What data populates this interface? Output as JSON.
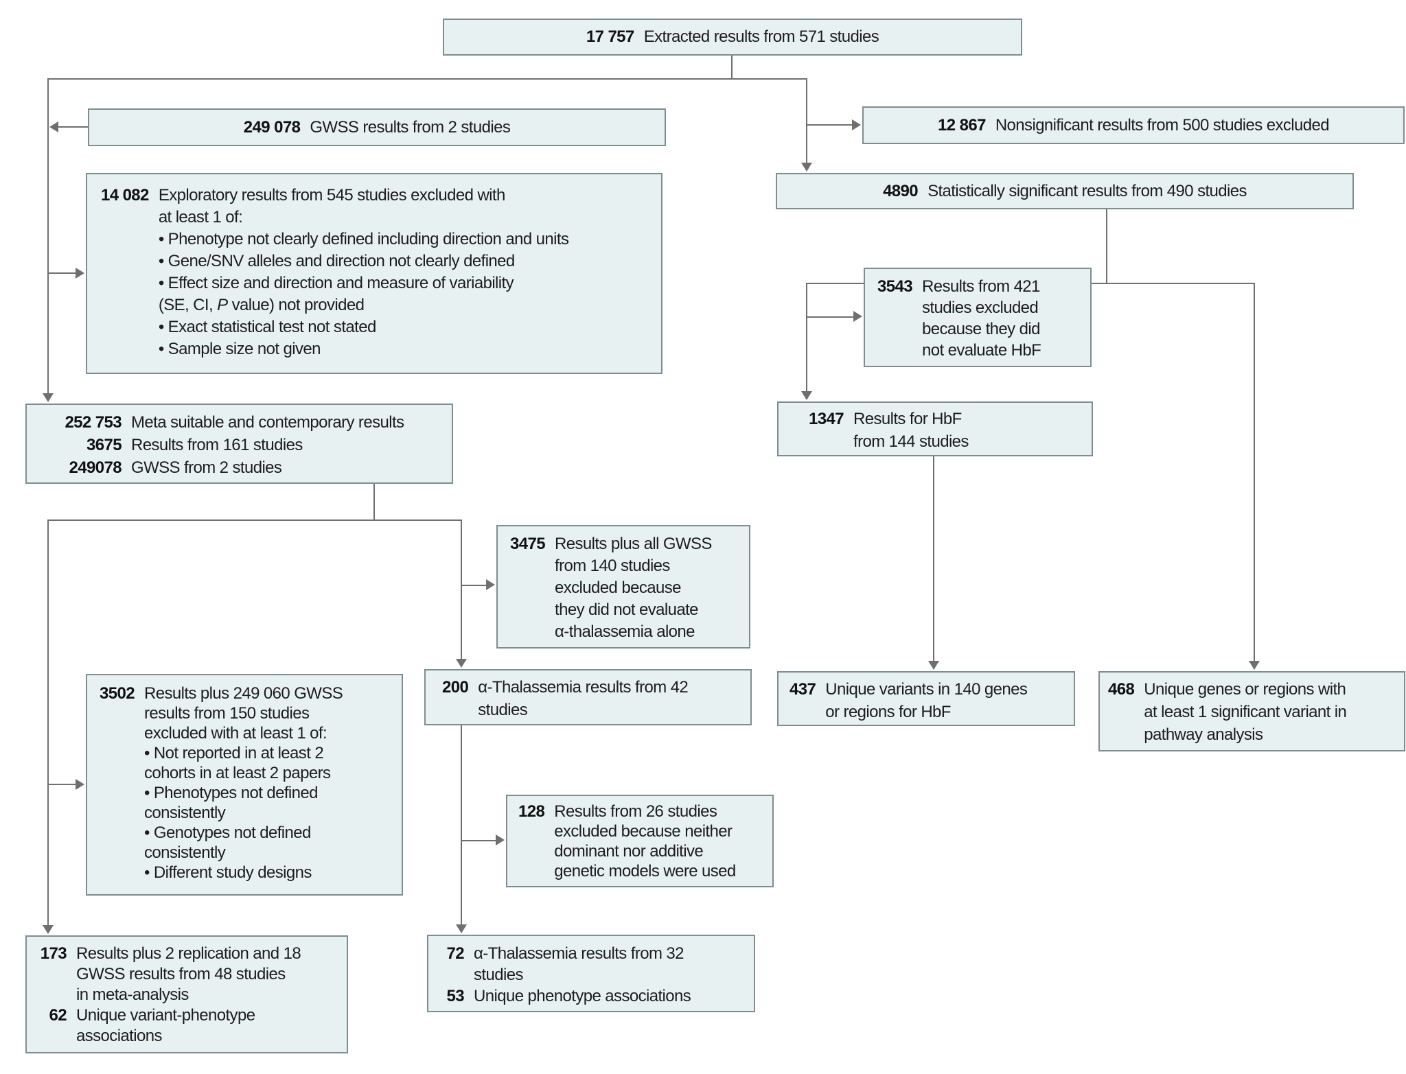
{
  "colors": {
    "box_fill": "#e8f1f2",
    "box_border": "#7e8d8f",
    "connector": "#6f6f6f",
    "text": "#1d1d1d"
  },
  "boxes": {
    "extracted": {
      "num": "17 757",
      "label": "Extracted results from 571 studies"
    },
    "gwss": {
      "num": "249 078",
      "label": "GWSS results from 2 studies"
    },
    "nonsignificant": {
      "num": "12 867",
      "label": "Nonsignificant results from 500 studies excluded"
    },
    "significant": {
      "num": "4890",
      "label": "Statistically significant results from 490 studies"
    },
    "exploratory": {
      "num": "14 082",
      "lines": [
        "Exploratory results from 545 studies excluded with",
        "at least 1 of:",
        "• Phenotype not clearly defined including direction and units",
        "• Gene/SNV alleles and direction not clearly defined",
        "• Effect size and direction and measure of variability"
      ],
      "se": {
        "pre": "(SE, CI, ",
        "p": "P",
        "post": " value) not provided"
      },
      "lines2": [
        "• Exact statistical test not stated",
        "• Sample size not given"
      ]
    },
    "excluded3543": {
      "num": "3543",
      "lines": [
        "Results from 421",
        "studies excluded",
        "because they did",
        "not evaluate HbF"
      ]
    },
    "meta": {
      "rows": [
        {
          "num": "252 753",
          "label": "Meta suitable and contemporary results"
        },
        {
          "num": "3675",
          "label": "Results from 161 studies"
        },
        {
          "num": "249078",
          "label": "GWSS from 2 studies"
        }
      ]
    },
    "hbf": {
      "num": "1347",
      "lines": [
        "Results for HbF",
        "from 144 studies"
      ]
    },
    "excluded3475": {
      "num": "3475",
      "lines": [
        "Results plus all GWSS",
        "from 140 studies",
        "excluded because",
        "they did not evaluate",
        "α-thalassemia alone"
      ]
    },
    "excluded3502": {
      "num": "3502",
      "lines": [
        "Results plus 249 060 GWSS",
        "results from 150 studies",
        "excluded with at least 1 of:",
        "• Not reported in at least 2",
        "cohorts in at least 2 papers",
        "• Phenotypes not defined",
        "consistently",
        "• Genotypes not defined",
        "consistently",
        "• Different study designs"
      ]
    },
    "thal200": {
      "num": "200",
      "lines": [
        "α-Thalassemia results from 42",
        "studies"
      ]
    },
    "variants437": {
      "num": "437",
      "lines": [
        "Unique variants in 140 genes",
        "or regions for HbF"
      ]
    },
    "genes468": {
      "num": "468",
      "lines": [
        "Unique genes or regions with",
        "at least 1 significant variant in",
        "pathway analysis"
      ]
    },
    "excluded128": {
      "num": "128",
      "lines": [
        "Results from 26 studies",
        "excluded because neither",
        "dominant nor additive",
        "genetic models were used"
      ]
    },
    "meta173": {
      "rows": [
        {
          "num": "173",
          "lines": [
            "Results plus 2 replication and 18",
            "GWSS results from 48 studies",
            "in meta-analysis"
          ]
        },
        {
          "num": "62",
          "lines": [
            "Unique variant-phenotype",
            "associations"
          ]
        }
      ]
    },
    "thal72": {
      "rows": [
        {
          "num": "72",
          "lines": [
            "α-Thalassemia results from 32",
            "studies"
          ]
        },
        {
          "num": "53",
          "lines": [
            "Unique phenotype associations"
          ]
        }
      ]
    }
  }
}
